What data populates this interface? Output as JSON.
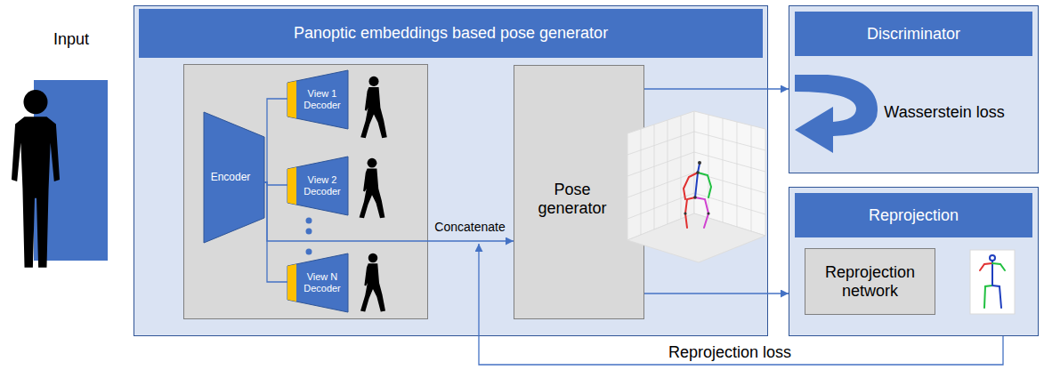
{
  "diagram": {
    "nodes": [
      {
        "text": [
          "Panoptic embeddings based pose generator"
        ]
      },
      {
        "text": [
          "Encoder"
        ],
        "in": 0
      },
      {
        "text": [
          "View 1 Decoder"
        ],
        "in": 0
      },
      {
        "text": [
          "View 2 Decoder"
        ],
        "in": 0
      },
      {
        "text": [
          "View N Decoder"
        ],
        "in": 0
      },
      {
        "text": [
          "Pose generator"
        ],
        "in": 0
      },
      {
        "text": [
          "Discriminator",
          "Wasserstein loss"
        ]
      },
      {
        "text": [
          "Reprojection"
        ]
      },
      {
        "text": [
          "Reprojection network"
        ],
        "in": 7
      }
    ],
    "edges": [
      {
        "from": 1,
        "to": 2,
        "arrow": "none"
      },
      {
        "from": 1,
        "to": 3,
        "arrow": "none"
      },
      {
        "from": 1,
        "to": 4,
        "arrow": "none"
      },
      {
        "from": 1,
        "to": 5,
        "arrow": "to",
        "label": "Concatenate"
      },
      {
        "from": 5,
        "to": 6,
        "arrow": "to"
      },
      {
        "from": 5,
        "to": 7,
        "arrow": "to"
      },
      {
        "from": 7,
        "to": 5,
        "arrow": "to",
        "label": "Reprojection loss"
      }
    ],
    "labels": [
      "Input"
    ]
  }
}
